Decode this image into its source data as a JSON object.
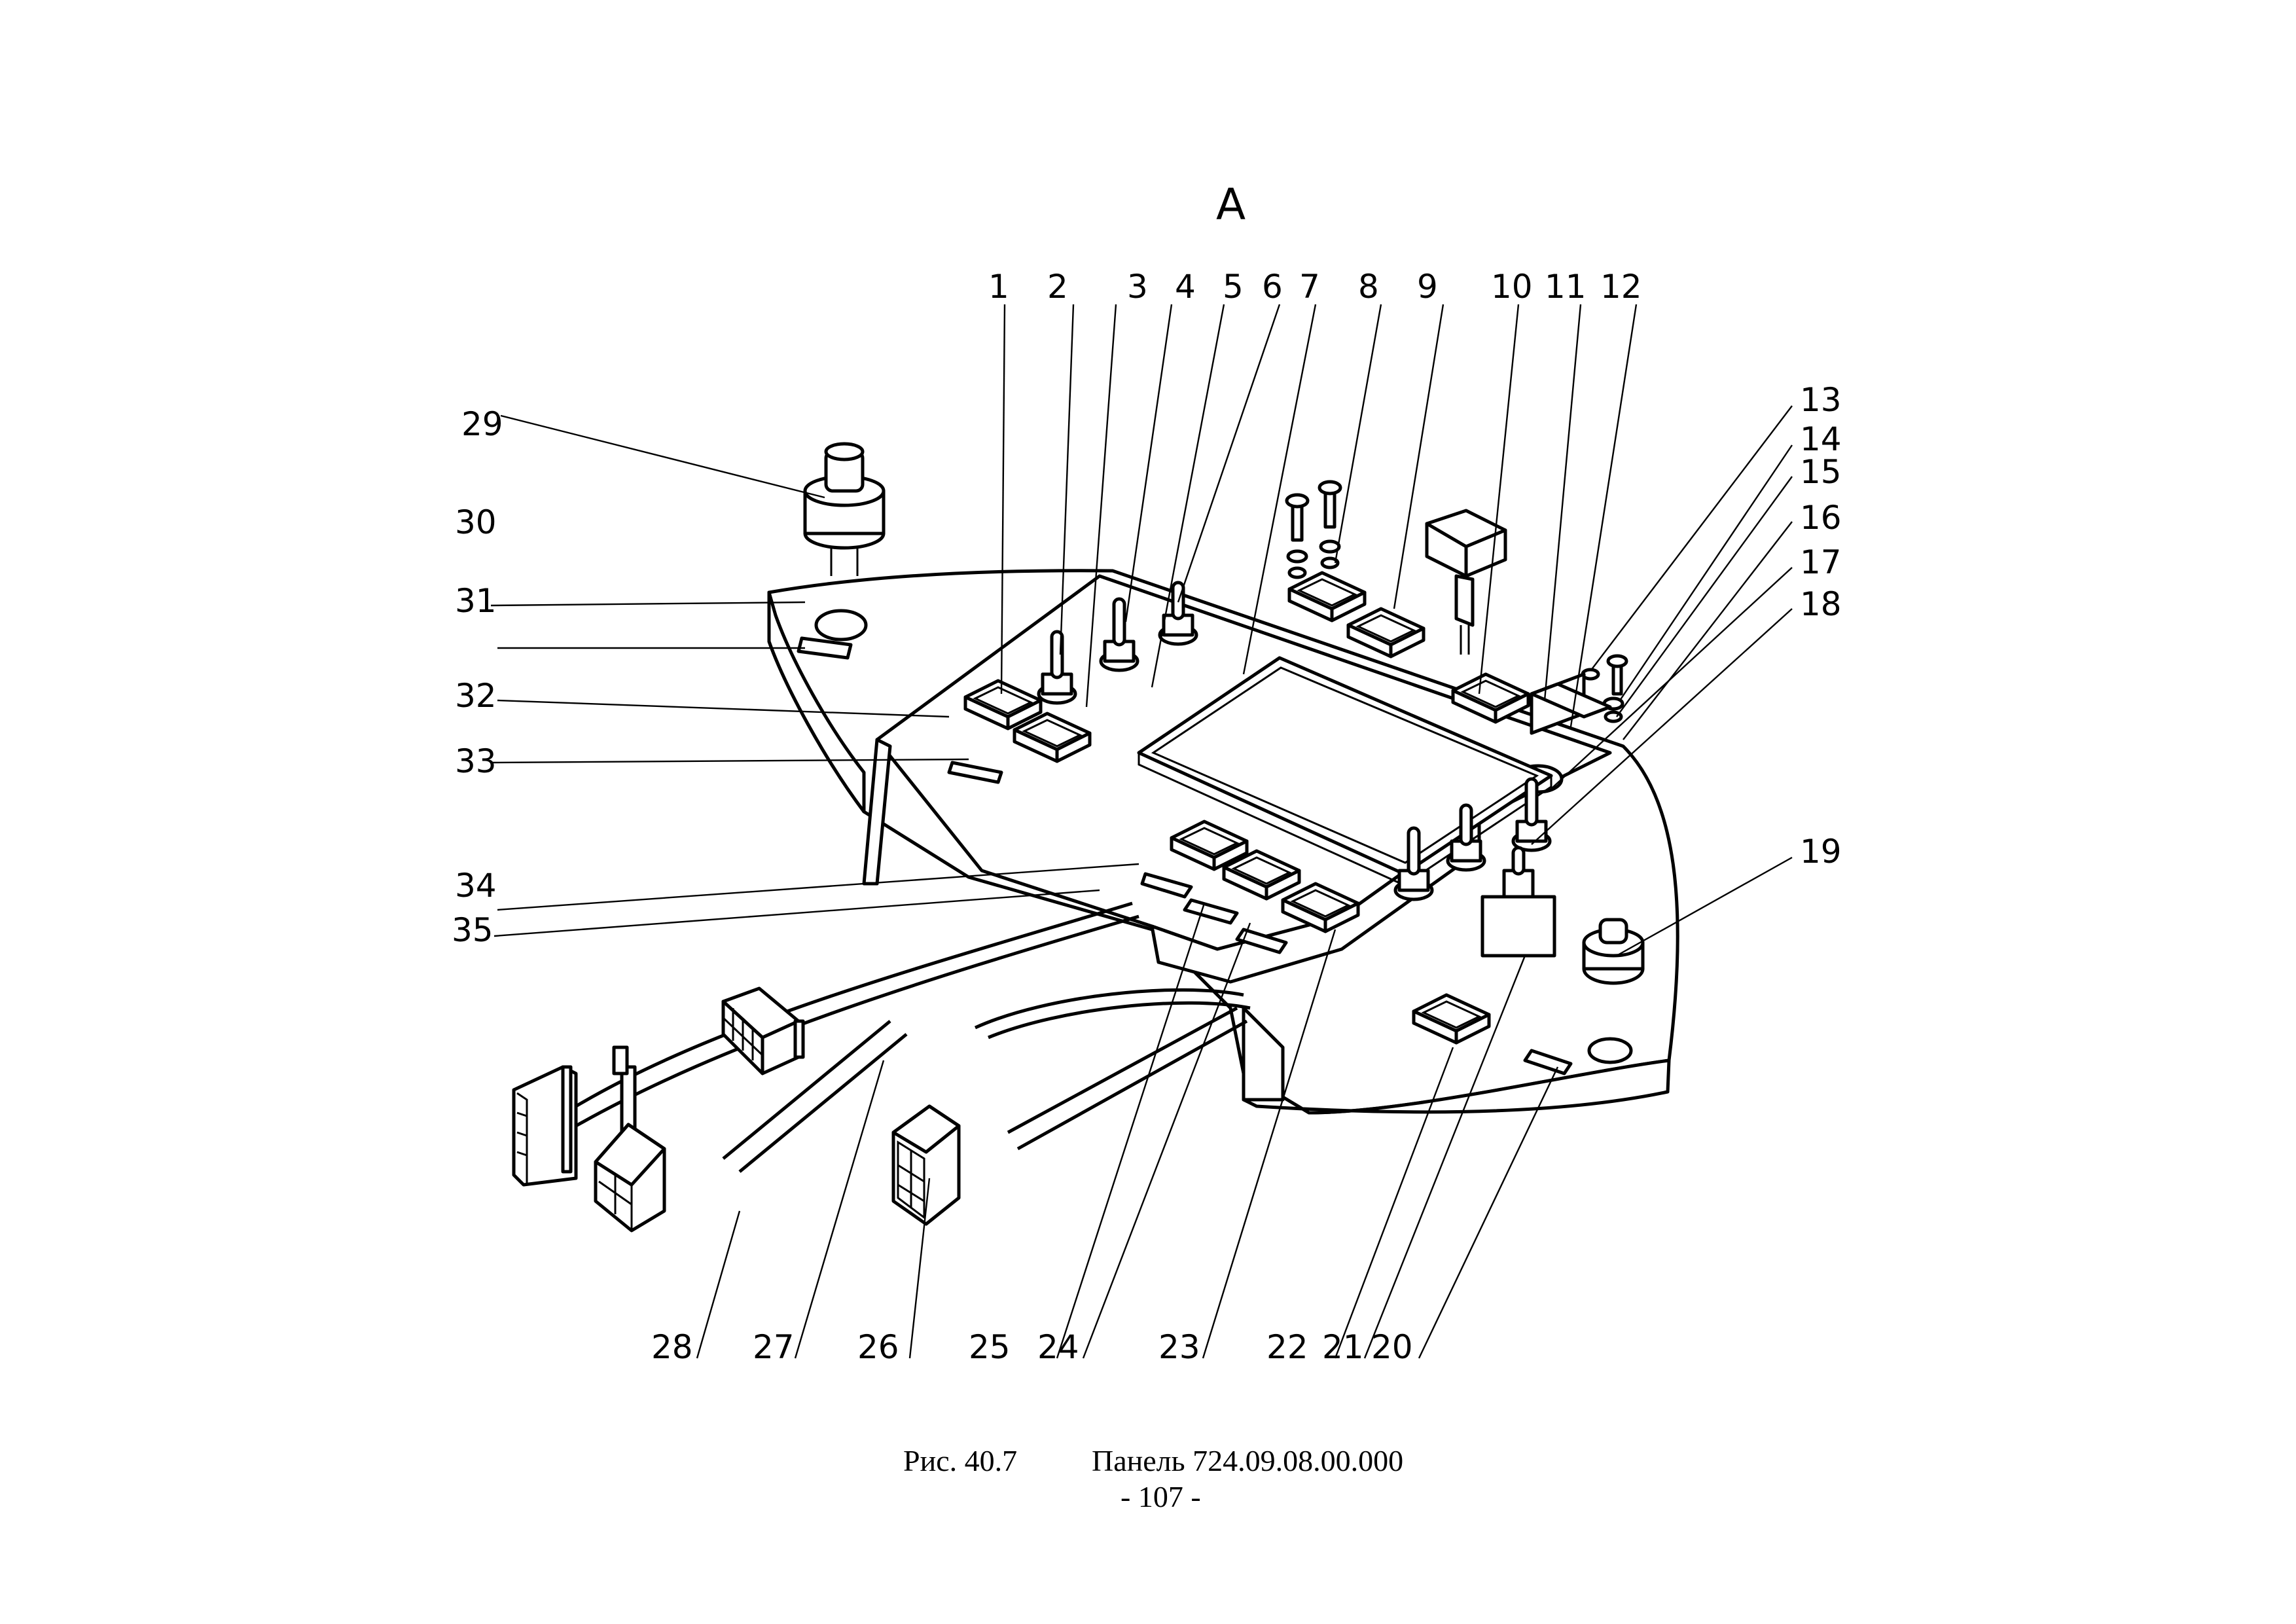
{
  "document": {
    "view_label": "А",
    "figure_label": "Рис. 40.7",
    "figure_title": "Панель 724.09.08.00.000",
    "page_number": "- 107 -"
  },
  "callouts": {
    "top": [
      "1",
      "2",
      "3",
      "4",
      "5",
      "6",
      "7",
      "8",
      "9",
      "10",
      "11",
      "12"
    ],
    "right": [
      "13",
      "14",
      "15",
      "16",
      "17",
      "18",
      "19"
    ],
    "bottom": [
      "20",
      "21",
      "22",
      "23",
      "24",
      "25",
      "26",
      "27",
      "28"
    ],
    "left": [
      "29",
      "30",
      "31",
      "32",
      "33",
      "34",
      "35"
    ]
  },
  "colors": {
    "ink": "#000000",
    "paper": "#ffffff"
  }
}
